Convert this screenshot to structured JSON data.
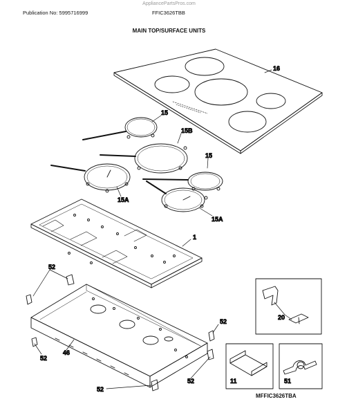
{
  "header": {
    "watermark": "AppliancePartsPros.com",
    "publication": "Publication No: 5995716999",
    "model": "FFIC3626TBB",
    "section_title": "MAIN TOP/SURFACE UNITS"
  },
  "parts": [
    {
      "id": "part-16",
      "label": "16"
    },
    {
      "id": "part-15-top",
      "label": "15"
    },
    {
      "id": "part-15b",
      "label": "15B"
    },
    {
      "id": "part-15-right",
      "label": "15"
    },
    {
      "id": "part-15a-left",
      "label": "15A"
    },
    {
      "id": "part-15a-right",
      "label": "15A"
    },
    {
      "id": "part-1",
      "label": "1"
    },
    {
      "id": "part-52-a",
      "label": "52"
    },
    {
      "id": "part-52-b",
      "label": "52"
    },
    {
      "id": "part-52-c",
      "label": "52"
    },
    {
      "id": "part-52-d",
      "label": "52"
    },
    {
      "id": "part-52-e",
      "label": "52"
    },
    {
      "id": "part-46",
      "label": "46"
    },
    {
      "id": "part-20",
      "label": "20"
    },
    {
      "id": "part-11",
      "label": "11"
    },
    {
      "id": "part-51",
      "label": "51"
    }
  ],
  "footer": {
    "code": "MFFIC3626TBA"
  }
}
